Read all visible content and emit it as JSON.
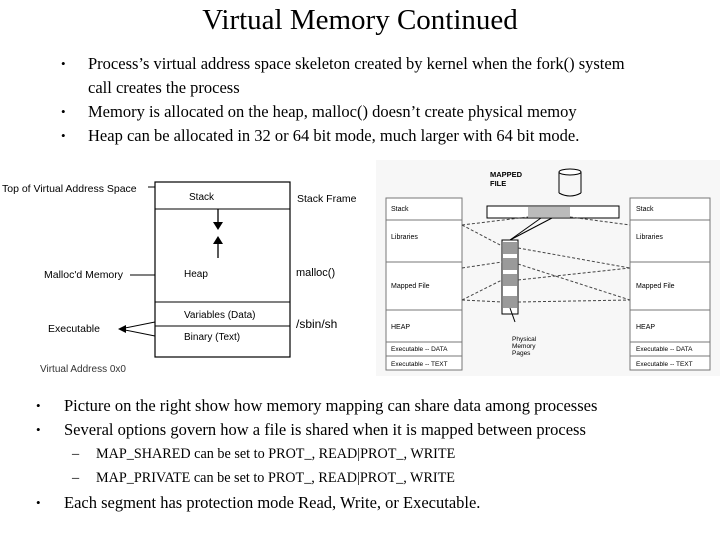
{
  "slide": {
    "title": "Virtual Memory Continued",
    "bullets_top": [
      "Process’s virtual address space skeleton created by kernel when the fork() system call creates the process",
      "Memory is allocated on the heap, malloc() doesn’t create physical memoy",
      "Heap can be allocated in 32 or 64 bit mode, much larger with 64 bit mode."
    ],
    "bullets_bottom": [
      "Picture on the right show how memory mapping can share data among processes",
      "Several options govern how a file is shared when it is mapped between process"
    ],
    "sub_bullets": [
      "MAP_SHARED can be set to PROT_, READ|PROT_, WRITE",
      "MAP_PRIVATE can be set to PROT_, READ|PROT_, WRITE"
    ],
    "bullet_last": "Each segment has protection mode Read, Write, or Executable."
  },
  "left_diagram": {
    "top_label": "Top of Virtual Address Space",
    "malloc_label": "Malloc'd Memory",
    "executable_label": "Executable",
    "bottom_label": "Virtual Address 0x0",
    "segments": {
      "stack": "Stack",
      "heap": "Heap",
      "variables": "Variables (Data)",
      "binary": "Binary (Text)"
    },
    "right_labels": {
      "stack_frame": "Stack Frame",
      "malloc_call": "malloc()",
      "shell_path": "/sbin/sh"
    }
  },
  "right_diagram": {
    "mapped_file_label": "MAPPED\nFILE",
    "physical_label": "Physical\nMemory\nPages",
    "process_segments": [
      "Stack",
      "Libraries",
      "Mapped File",
      "HEAP",
      "Executable -- DATA",
      "Executable -- TEXT"
    ]
  }
}
